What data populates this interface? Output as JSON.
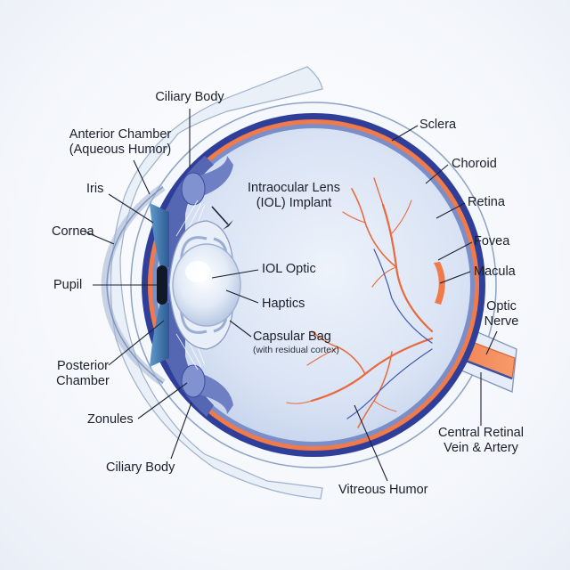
{
  "diagram": {
    "colors": {
      "sclera": "#ffffff",
      "choroid": "#2f3f99",
      "retina": "#f07a4a",
      "vitreous": "#dce6f6",
      "iris": "#3b6fa8",
      "vessels": "#e8693e"
    },
    "labels": {
      "ciliary_body_top": "Ciliary Body",
      "anterior_chamber_1": "Anterior Chamber",
      "anterior_chamber_2": "(Aqueous Humor)",
      "iris": "Iris",
      "cornea": "Cornea",
      "pupil": "Pupil",
      "posterior_chamber_1": "Posterior",
      "posterior_chamber_2": "Chamber",
      "zonules": "Zonules",
      "ciliary_body_bottom": "Ciliary Body",
      "iol_1": "Intraocular Lens",
      "iol_2": "(IOL) Implant",
      "iol_optic": "IOL Optic",
      "haptics": "Haptics",
      "capsular_bag": "Capsular Bag",
      "capsular_bag_sub": "(with residual cortex)",
      "sclera": "Sclera",
      "choroid": "Choroid",
      "retina": "Retina",
      "fovea": "Fovea",
      "macula": "Macula",
      "optic_nerve_1": "Optic",
      "optic_nerve_2": "Nerve",
      "central_retinal_1": "Central Retinal",
      "central_retinal_2": "Vein & Artery",
      "vitreous_humor": "Vitreous Humor"
    }
  }
}
